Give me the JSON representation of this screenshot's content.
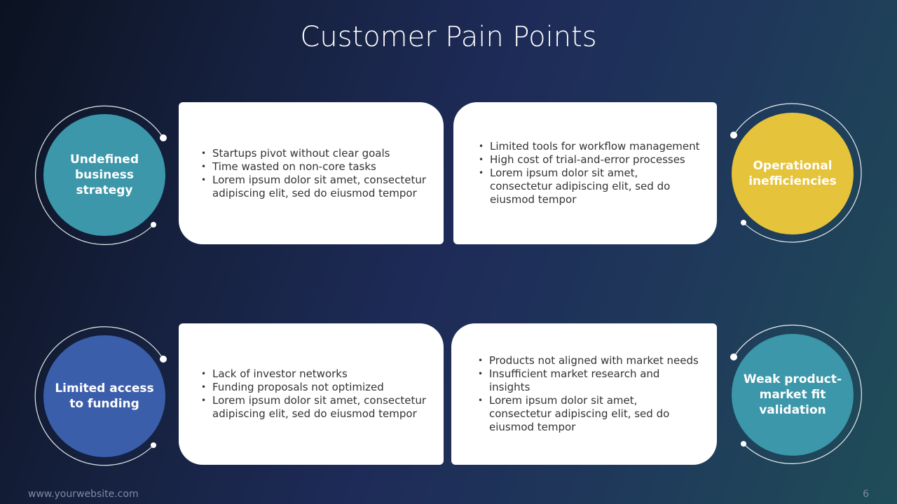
{
  "title": "Customer Pain Points",
  "items": [
    {
      "label": "Undefined business strategy",
      "color": "#3b97a9",
      "bullets": [
        "Startups pivot without clear goals",
        "Time wasted on non-core tasks",
        "Lorem ipsum dolor sit amet, consectetur adipiscing elit, sed do eiusmod tempor"
      ]
    },
    {
      "label": "Operational inefficiencies",
      "color": "#e5c33b",
      "bullets": [
        "Limited tools for workflow management",
        "High cost of trial-and-error processes",
        "Lorem ipsum dolor sit amet, consectetur adipiscing elit, sed do eiusmod tempor"
      ]
    },
    {
      "label": "Limited access to funding",
      "color": "#3b5eab",
      "bullets": [
        "Lack of investor networks",
        "Funding proposals not optimized",
        "Lorem ipsum dolor sit amet, consectetur adipiscing elit, sed do eiusmod tempor"
      ]
    },
    {
      "label": "Weak product-market fit validation",
      "color": "#3b97a9",
      "bullets": [
        "Products not aligned with market needs",
        "Insufficient market research and insights",
        "Lorem ipsum dolor sit amet, consectetur adipiscing elit, sed do eiusmod tempor"
      ]
    }
  ],
  "footer": {
    "website": "www.yourwebsite.com",
    "page": "6"
  }
}
